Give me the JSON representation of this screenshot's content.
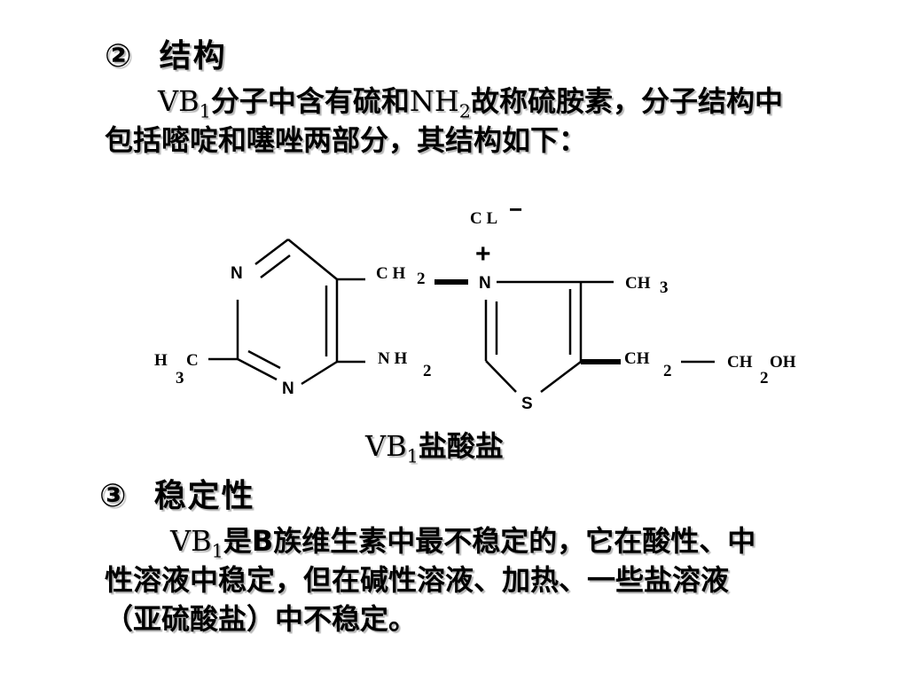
{
  "section2": {
    "number": "②",
    "title": "结构",
    "para": {
      "vb": "VB",
      "vb_sub": "1",
      "t1": "分子中含有硫和",
      "nh": "NH",
      "nh_sub": "2",
      "t2": "故称硫胺素，分子结构中",
      "line2": "包括嘧啶和噻唑两部分，其结构如下："
    }
  },
  "structure": {
    "cl": "C L",
    "cl_charge": "−",
    "plus": "+",
    "ch2_link": "C H",
    "ch2_link_sub": "2",
    "n_plus": "N",
    "ch3": "CH",
    "ch3_sub": "3",
    "n_top": "N",
    "n_bottom": "N",
    "h3c_h": "H",
    "h3c_3": "3",
    "h3c_c": "C",
    "nh2": "N H",
    "nh2_sub": "2",
    "s": "S",
    "ch2_chain": "CH",
    "ch2_chain_sub": "2",
    "ch2oh_ch": "CH",
    "ch2oh_2": "2",
    "ch2oh_oh": "OH"
  },
  "caption": {
    "vb": "VB",
    "vb_sub": "1",
    "text": "盐酸盐"
  },
  "section3": {
    "number": "③",
    "title": "稳定性",
    "para": {
      "vb": "VB",
      "vb_sub": "1",
      "line1": "是B族维生素中最不稳定的，它在酸性、中",
      "line2": "性溶液中稳定，但在碱性溶液、加热、一些盐溶液",
      "line3": "（亚硫酸盐）中不稳定。"
    }
  }
}
